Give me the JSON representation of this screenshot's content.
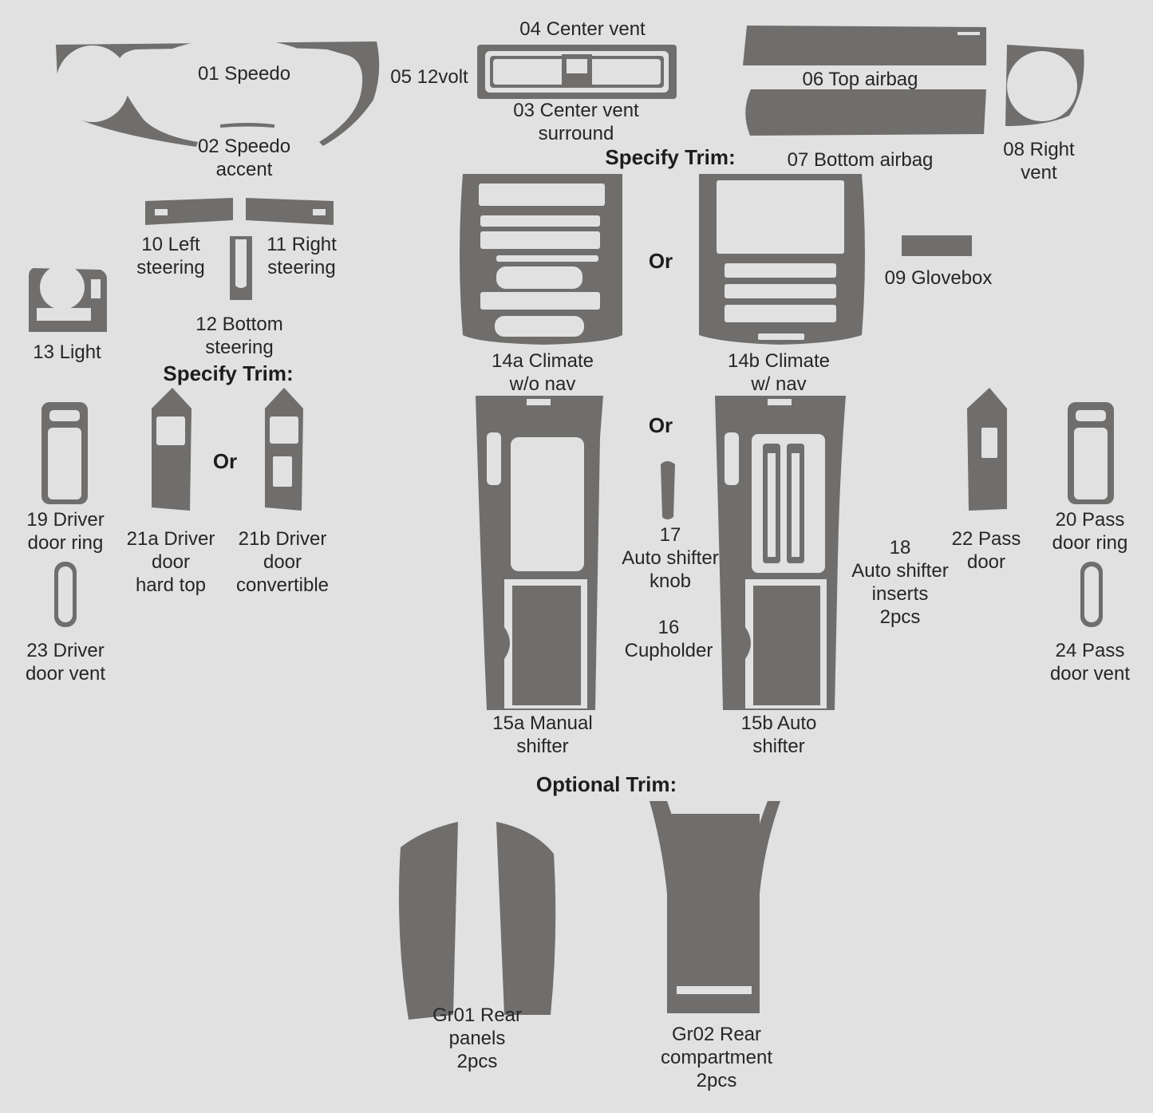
{
  "headings": {
    "specify_trim_top": "Specify Trim:",
    "specify_trim_left": "Specify Trim:",
    "optional_trim": "Optional Trim:",
    "or_climate": "Or",
    "or_door": "Or",
    "or_shifter": "Or"
  },
  "parts": {
    "p01": [
      "01 Speedo"
    ],
    "p02": [
      "02 Speedo",
      "accent"
    ],
    "p03": [
      "03 Center vent",
      "surround"
    ],
    "p04": [
      "04 Center vent"
    ],
    "p05": [
      "05 12volt"
    ],
    "p06": [
      "06 Top airbag"
    ],
    "p07": [
      "07 Bottom airbag"
    ],
    "p08": [
      "08 Right",
      "vent"
    ],
    "p09": [
      "09 Glovebox"
    ],
    "p10": [
      "10 Left",
      "steering"
    ],
    "p11": [
      "11 Right",
      "steering"
    ],
    "p12": [
      "12 Bottom",
      "steering"
    ],
    "p13": [
      "13 Light"
    ],
    "p14a": [
      "14a Climate",
      "w/o nav"
    ],
    "p14b": [
      "14b Climate",
      "w/ nav"
    ],
    "p15a": [
      "15a Manual",
      "shifter"
    ],
    "p15b": [
      "15b Auto",
      "shifter"
    ],
    "p16": [
      "16",
      "Cupholder"
    ],
    "p17": [
      "17",
      "Auto shifter",
      "knob"
    ],
    "p18": [
      "18",
      "Auto shifter",
      "inserts",
      "2pcs"
    ],
    "p19": [
      "19 Driver",
      "door ring"
    ],
    "p20": [
      "20 Pass",
      "door ring"
    ],
    "p21a": [
      "21a Driver",
      "door",
      "hard top"
    ],
    "p21b": [
      "21b Driver",
      "door",
      "convertible"
    ],
    "p22": [
      "22 Pass",
      "door"
    ],
    "p23": [
      "23 Driver",
      "door vent"
    ],
    "p24": [
      "24 Pass",
      "door vent"
    ],
    "gr01": [
      "Gr01 Rear",
      "panels",
      "2pcs"
    ],
    "gr02": [
      "Gr02 Rear",
      "compartment",
      "2pcs"
    ]
  },
  "colors": {
    "background": "#e1e1e1",
    "trim_piece": "#706e6c",
    "text": "#262626"
  }
}
